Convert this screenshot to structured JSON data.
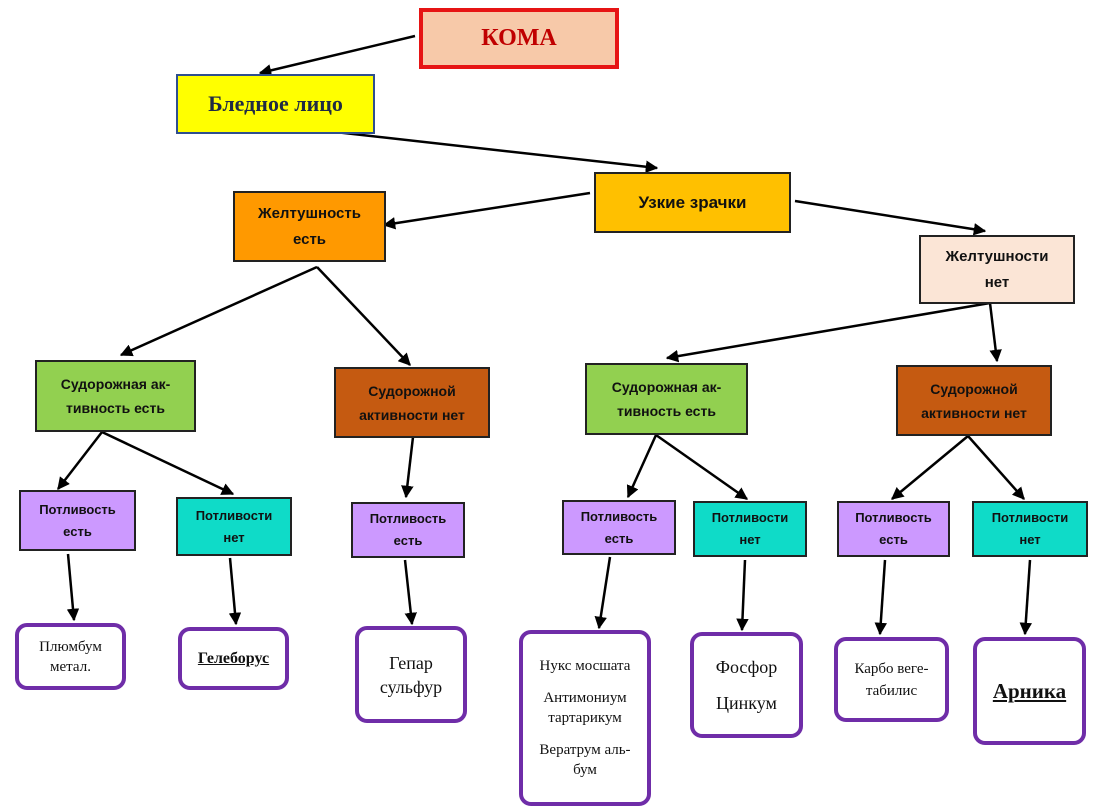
{
  "colors": {
    "coma_fill": "#f7c9a9",
    "coma_border": "#e61414",
    "coma_text": "#c00000",
    "pale_face": "#ffff00",
    "pale_face_border": "#2f4f8f",
    "narrow_pupils": "#ffc000",
    "jaundice_yes": "#ff9900",
    "jaundice_no": "#fbe5d6",
    "convulsion_yes": "#92d050",
    "convulsion_no": "#c55a11",
    "sweat_yes": "#cc99ff",
    "sweat_no": "#0fdbc8",
    "remedy_border": "#6f2da8"
  },
  "nodes": {
    "coma": [
      "КОМА"
    ],
    "pale_face": [
      "Бледное лицо"
    ],
    "narrow_pupils": [
      "Узкие зрачки"
    ],
    "jaundice_yes": [
      "Желтушность",
      "есть"
    ],
    "jaundice_no": [
      "Желтушности",
      "нет"
    ],
    "conv_yes_left": [
      "Судорожная ак-",
      "тивность есть"
    ],
    "conv_no_left": [
      "Судорожной",
      "активности нет"
    ],
    "conv_yes_right": [
      "Судорожная ак-",
      "тивность есть"
    ],
    "conv_no_right": [
      "Судорожной",
      "активности нет"
    ],
    "sweat_yes_1": [
      "Потливость",
      "есть"
    ],
    "sweat_no_1": [
      "Потливости",
      "нет"
    ],
    "sweat_yes_2": [
      "Потливость",
      "есть"
    ],
    "sweat_yes_3": [
      "Потливость",
      "есть"
    ],
    "sweat_no_3": [
      "Потливости",
      "нет"
    ],
    "sweat_yes_4": [
      "Потливость",
      "есть"
    ],
    "sweat_no_4": [
      "Потливости",
      "нет"
    ],
    "remedy_plumbum": [
      "Плюмбум",
      "метал."
    ],
    "remedy_helleborus": [
      "Гелеборус"
    ],
    "remedy_hepar": [
      "Гепар",
      "сульфур"
    ],
    "remedy_nux": [
      "Нукс мосшата",
      "Антимониум",
      "тартарикум",
      "Вератрум аль-",
      "бум"
    ],
    "remedy_phosphor": [
      "Фосфор",
      "Цинкум"
    ],
    "remedy_carbo": [
      "Карбо веге-",
      "табилис"
    ],
    "remedy_arnica": [
      "Арника"
    ]
  }
}
